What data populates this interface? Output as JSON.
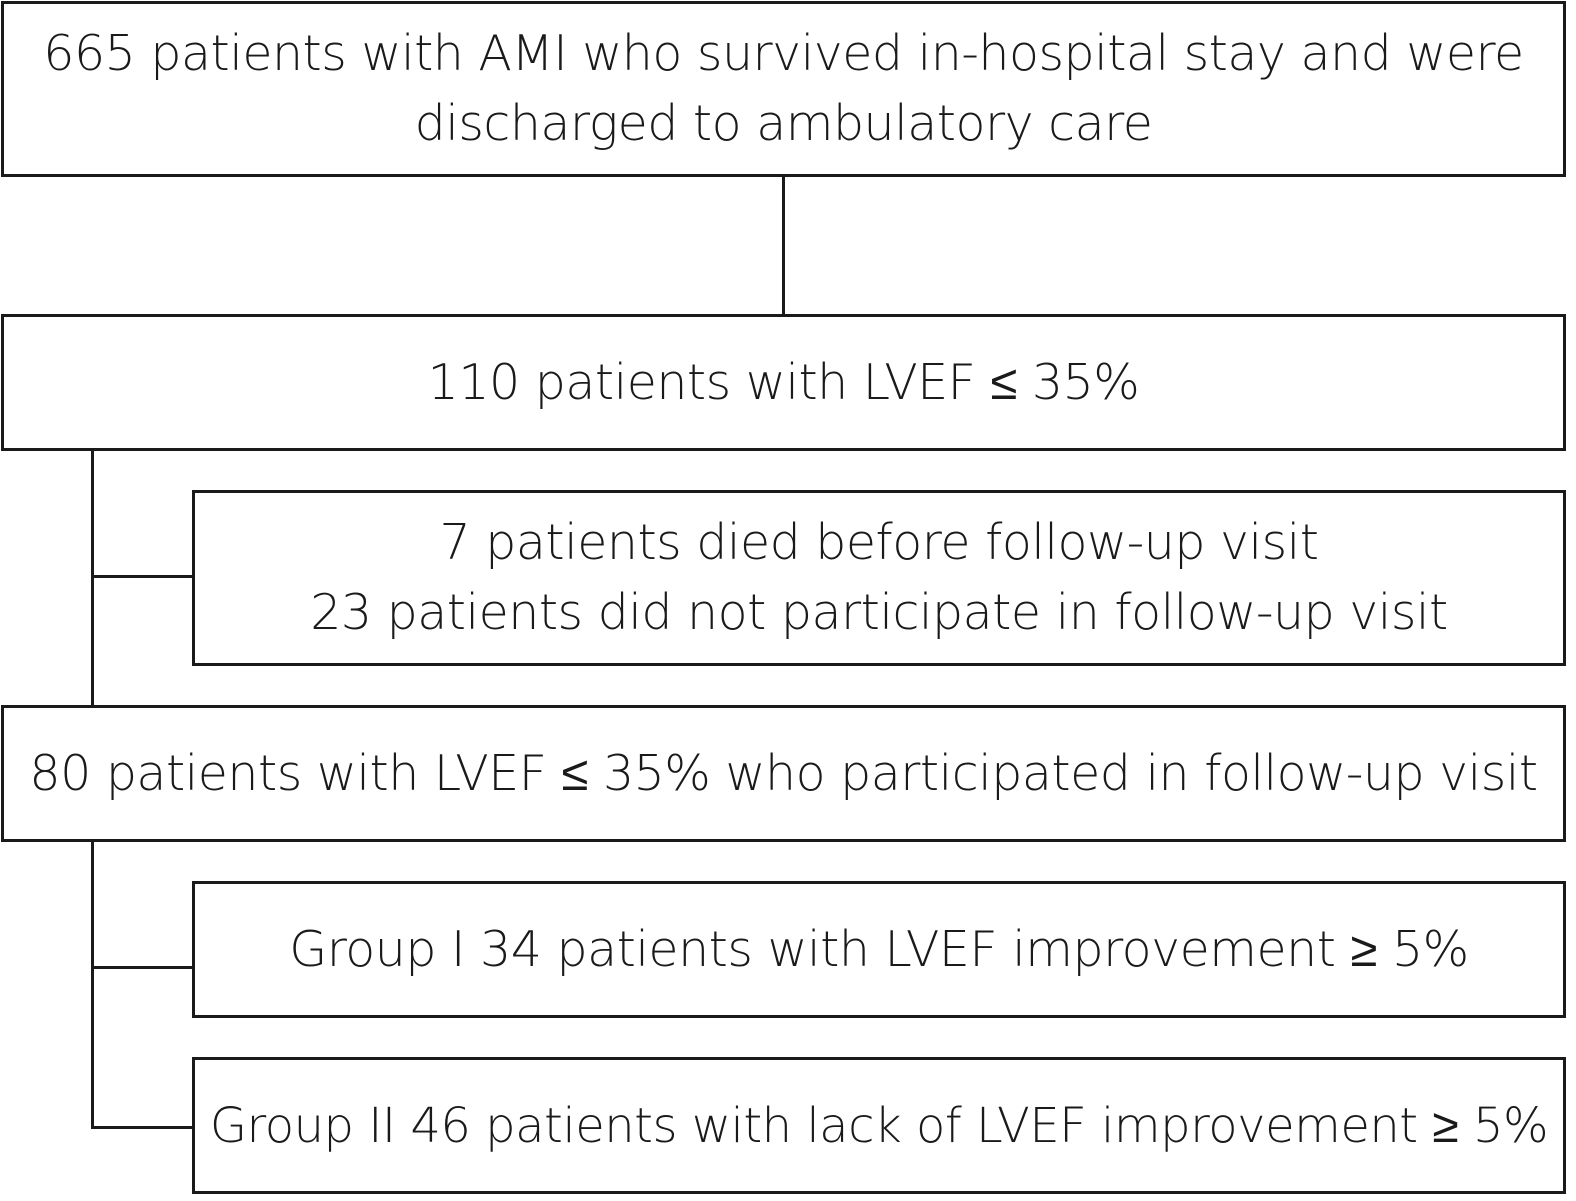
{
  "flowchart": {
    "boxes": {
      "initial": {
        "lines": [
          "665 patients with AMI who survived in-hospital stay and were",
          "discharged to ambulatory care"
        ]
      },
      "lvef_low": {
        "lines": [
          "110 patients with LVEF ≤ 35%"
        ]
      },
      "excluded": {
        "lines": [
          "7 patients died before follow-up visit",
          "23 patients did not participate in follow-up visit"
        ]
      },
      "followup": {
        "lines": [
          "80 patients with LVEF ≤ 35% who participated in follow-up visit"
        ]
      },
      "group1": {
        "lines": [
          "Group I 34 patients with LVEF improvement ≥ 5%"
        ]
      },
      "group2": {
        "lines": [
          "Group II 46 patients with lack of LVEF improvement ≥ 5%"
        ]
      }
    }
  }
}
